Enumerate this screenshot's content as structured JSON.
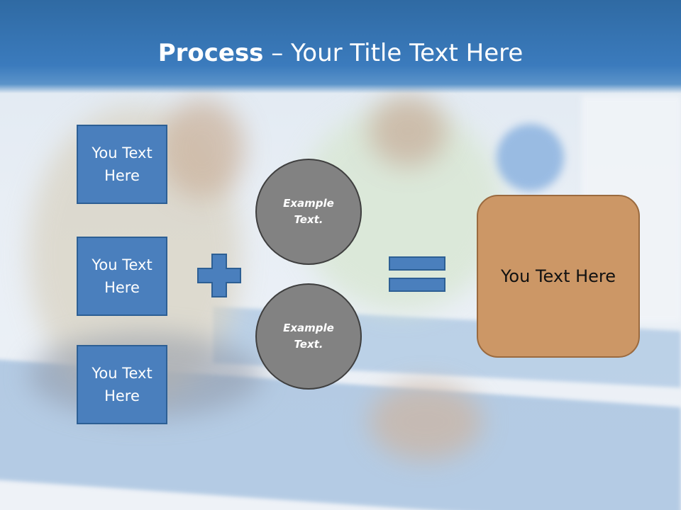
{
  "title": {
    "bold": "Process",
    "rest": " – Your Title Text Here"
  },
  "boxes": [
    {
      "label": "You Text Here"
    },
    {
      "label": "You Text Here"
    },
    {
      "label": "You Text Here"
    }
  ],
  "circles": [
    {
      "label": "Example Text."
    },
    {
      "label": "Example Text."
    }
  ],
  "result": {
    "label": "You Text Here"
  },
  "icons": {
    "plus": "plus-icon",
    "equals": "equals-icon"
  },
  "colors": {
    "box": "#4a7fbd",
    "circle": "#828282",
    "result": "#cc9766",
    "header": "#3b7bbd"
  }
}
